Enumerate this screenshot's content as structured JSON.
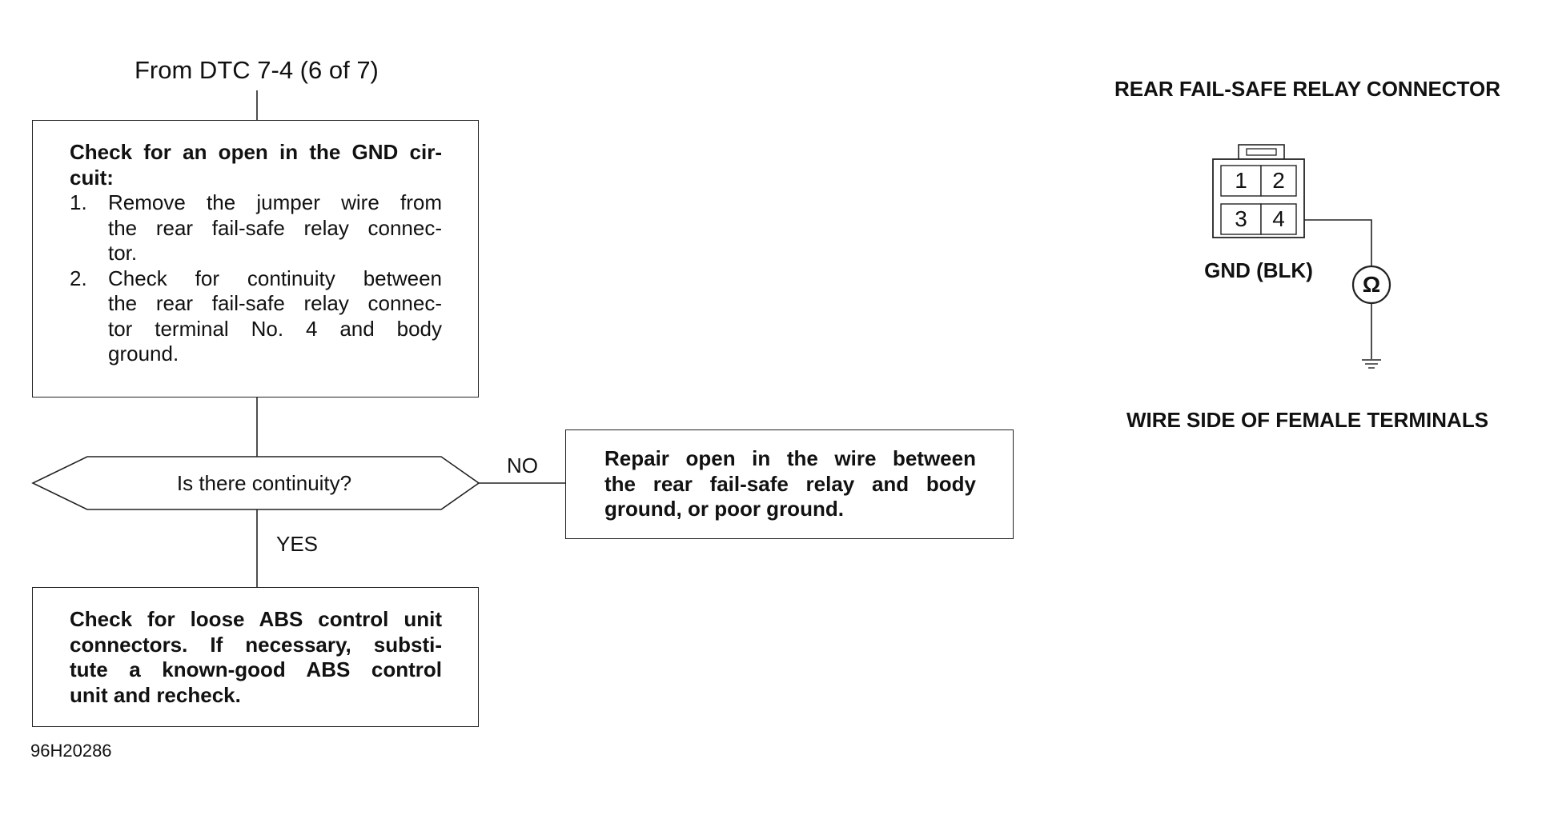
{
  "flowchart": {
    "from_label": "From DTC 7-4 (6 of 7)",
    "step1": {
      "title": "Check for an open in the GND circuit:",
      "title_line1": "Check for an open in the GND cir-",
      "title_line2": "cuit:",
      "items": [
        {
          "number": "1.",
          "lines": [
            "Remove the jumper wire from",
            "the rear fail-safe relay connec-",
            "tor."
          ]
        },
        {
          "number": "2.",
          "lines": [
            "Check for continuity between",
            "the rear fail-safe relay connec-",
            "tor terminal No. 4 and body",
            "ground."
          ]
        }
      ]
    },
    "decision": {
      "question": "Is there continuity?",
      "no_label": "NO",
      "yes_label": "YES"
    },
    "no_result": {
      "lines": [
        "Repair open in the wire between",
        "the rear fail-safe relay and body",
        "ground, or poor ground."
      ]
    },
    "yes_result": {
      "lines": [
        "Check for loose ABS control unit",
        "connectors. If necessary, substi-",
        "tute a known-good ABS control",
        "unit and recheck."
      ]
    },
    "figure_id": "96H20286"
  },
  "connector": {
    "title": "REAR FAIL-SAFE RELAY CONNECTOR",
    "terminals": [
      "1",
      "2",
      "3",
      "4"
    ],
    "gnd_label": "GND (BLK)",
    "meter_symbol": "Ω",
    "footer": "WIRE SIDE OF FEMALE TERMINALS"
  }
}
